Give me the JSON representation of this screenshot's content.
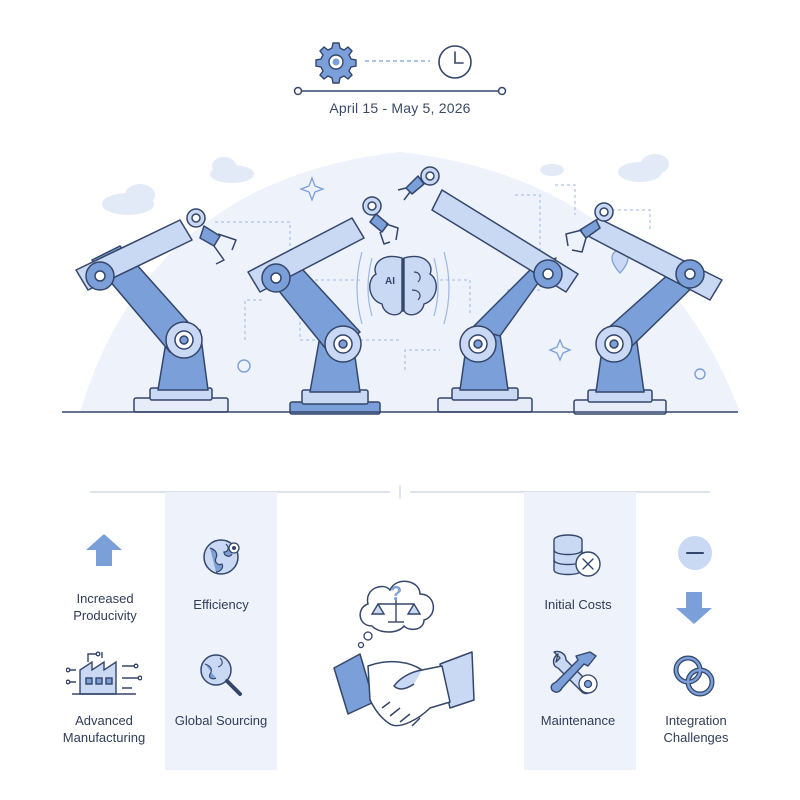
{
  "timeline": {
    "date_range": "April 15 - May 5, 2026",
    "start_icon": "gear-icon",
    "end_icon": "clock-icon"
  },
  "hero": {
    "brain_label": "AI",
    "icons": [
      "robot-arm-icon",
      "ai-brain-icon",
      "cloud-icon",
      "sparkle-icon",
      "location-pin-icon"
    ]
  },
  "pros": {
    "items": [
      {
        "label": "Increased Producivity",
        "icon": "arrow-up-icon"
      },
      {
        "label": "Efficiency",
        "icon": "globe-gear-icon"
      },
      {
        "label": "Advanced Manufacturing",
        "icon": "factory-icon"
      },
      {
        "label": "Global Sourcing",
        "icon": "globe-search-icon"
      }
    ]
  },
  "center": {
    "icons": [
      "handshake-icon",
      "scale-question-icon"
    ]
  },
  "cons": {
    "items": [
      {
        "label": "Initial Costs",
        "icon": "coins-cancel-icon"
      },
      {
        "label": "Maintenance",
        "icon": "wrench-gear-icon"
      },
      {
        "label": "Integration Challenges",
        "icon": "interlocked-rings-icon"
      },
      {
        "label": "",
        "icon": "minus-icon"
      },
      {
        "label": "",
        "icon": "arrow-down-icon"
      }
    ]
  },
  "colors": {
    "primary": "#7b9fd9",
    "primary_light": "#c9d8f3",
    "primary_dark": "#34466a",
    "background_tint": "#eef2fb"
  }
}
